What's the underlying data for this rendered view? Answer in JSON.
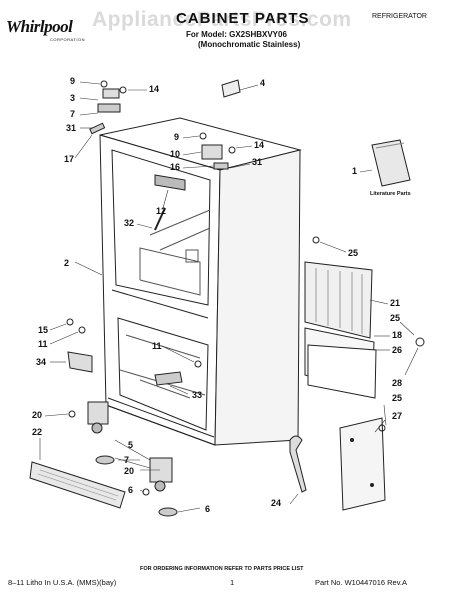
{
  "header": {
    "brand": "Whirlpool",
    "brand_sub": "CORPORATION",
    "title": "CABINET PARTS",
    "model_line": "For Model: GX2SHBXVY06",
    "finish_line": "(Monochromatic Stainless)",
    "category": "REFRIGERATOR"
  },
  "watermark": "AppliancePartsPros.com",
  "literature_label": "Literature Parts",
  "callouts": {
    "c9a": "9",
    "c14a": "14",
    "c3": "3",
    "c7": "7",
    "c31a": "31",
    "c17": "17",
    "c4": "4",
    "c9b": "9",
    "c10": "10",
    "c16": "16",
    "c14b": "14",
    "c31b": "31",
    "c1": "1",
    "c12": "12",
    "c32": "32",
    "c2": "2",
    "c25a": "25",
    "c21": "21",
    "c25b": "25",
    "c18": "18",
    "c15": "15",
    "c11a": "11",
    "c11b": "11",
    "c26": "26",
    "c34": "34",
    "c33": "33",
    "c28": "28",
    "c20a": "20",
    "c25c": "25",
    "c27": "27",
    "c22": "22",
    "c5": "5",
    "c7b": "7",
    "c20b": "20",
    "c6a": "6",
    "c24": "24",
    "c6b": "6"
  },
  "footer": {
    "note": "FOR ORDERING INFORMATION REFER TO PARTS PRICE LIST",
    "left": "8–11 Litho In U.S.A. (MMS)(bay)",
    "page": "1",
    "right": "Part No. W10447016 Rev.A"
  }
}
